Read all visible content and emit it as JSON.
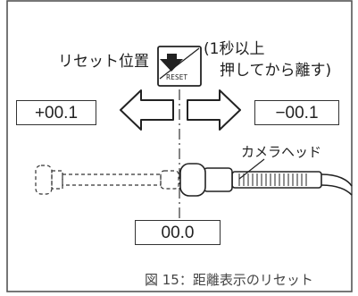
{
  "reset_label": "リセット位置",
  "reset_key_text": "RESET",
  "hold_note_line1": "(1秒以上",
  "hold_note_line2": "押してから離す)",
  "value_left": "+00.1",
  "value_right": "−00.1",
  "value_center": "00.0",
  "camera_head_label": "カメラヘッド",
  "caption": "図 15：距離表示のリセット"
}
